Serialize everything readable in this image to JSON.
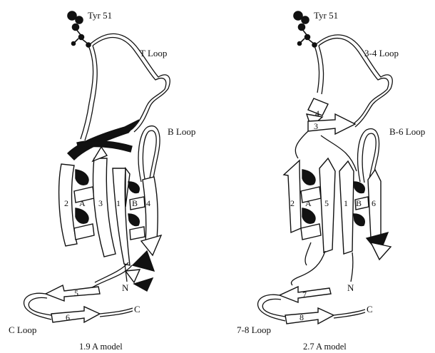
{
  "panels": [
    {
      "residue_label": "Tyr 51",
      "loop_top": "T Loop",
      "loop_side": "B Loop",
      "loop_bottom": "C Loop",
      "strands": [
        "2",
        "A",
        "3",
        "1",
        "B",
        "4",
        "5",
        "6"
      ],
      "n_label": "N",
      "c_label": "C",
      "caption": "1.9 A model"
    },
    {
      "residue_label": "Tyr 51",
      "loop_top": "3-4 Loop",
      "loop_side": "B-6 Loop",
      "loop_bottom": "7-8 Loop",
      "strands": [
        "4",
        "3",
        "2",
        "A",
        "5",
        "1",
        "B",
        "6",
        "7",
        "8"
      ],
      "n_label": "N",
      "c_label": "C",
      "caption": "2.7 A model"
    }
  ]
}
